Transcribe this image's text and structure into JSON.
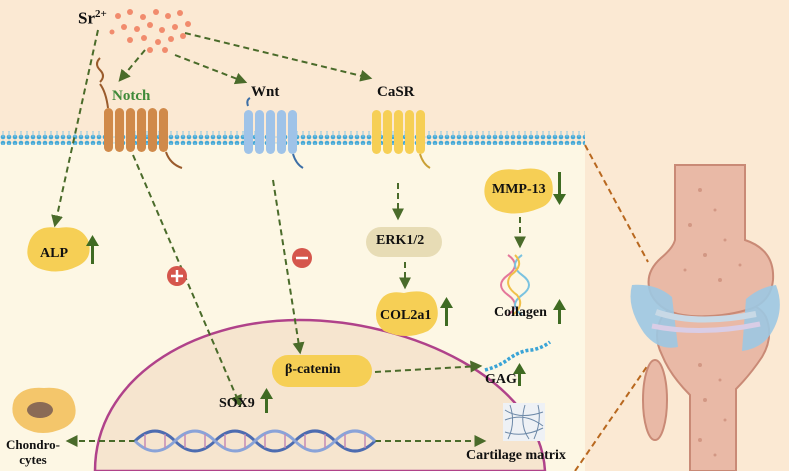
{
  "labels": {
    "sr_base": "Sr",
    "sr_sup": "2+",
    "notch": "Notch",
    "wnt": "Wnt",
    "casr": "CaSR",
    "alp": "ALP",
    "erk": "ERK1/2",
    "col2a1": "COL2a1",
    "mmp13": "MMP-13",
    "collagen": "Collagen",
    "gag": "GAG",
    "beta_catenin": "β-catenin",
    "sox9": "SOX9",
    "chondrocytes_1": "Chondro-",
    "chondrocytes_2": "cytes",
    "cartilage": "Cartilage matrix"
  },
  "signs": {
    "plus": "+",
    "minus": "−"
  },
  "colors": {
    "arrow": "#4a6b2a",
    "up_arrow": "#3f6b22",
    "membrane": "#45a9d6",
    "protein_yellow": "#f6cf55",
    "notch_receptor": "#d08a4a",
    "wnt_receptor": "#9fc3e8",
    "bone": "#e9b9a6",
    "cartilage_blue": "#9cc8e3"
  },
  "icons": {
    "up": "up-arrow-icon",
    "down": "down-arrow-icon",
    "plus": "plus-circle-icon",
    "minus": "minus-circle-icon"
  }
}
